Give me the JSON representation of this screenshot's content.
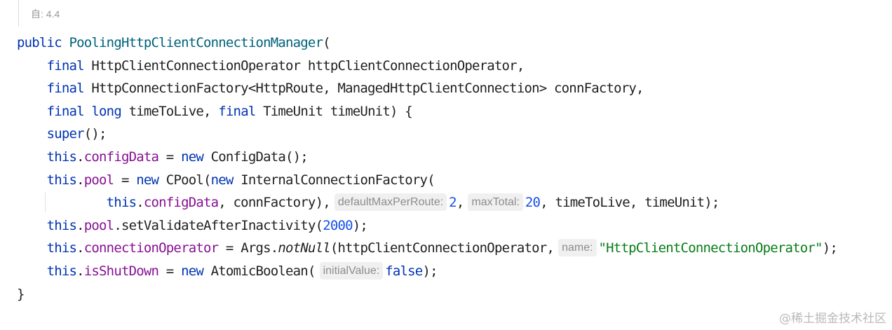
{
  "since_label": "自: 4.4",
  "watermark": "@稀土掘金技术社区",
  "code": {
    "l1": {
      "kw": "public",
      "sp": " ",
      "name": "PoolingHttpClientConnectionManager",
      "rest": "("
    },
    "l2": {
      "indent": "    ",
      "kw": "final",
      "rest": " HttpClientConnectionOperator httpClientConnectionOperator,"
    },
    "l3": {
      "indent": "    ",
      "kw": "final",
      "rest": " HttpConnectionFactory<HttpRoute, ManagedHttpClientConnection> connFactory,"
    },
    "l4": {
      "indent": "    ",
      "kw1": "final",
      "sp": " ",
      "kw2": "long",
      "mid": " timeToLive, ",
      "kw3": "final",
      "rest": " TimeUnit timeUnit) {"
    },
    "l5": {
      "indent": "    ",
      "kw": "super",
      "rest": "();"
    },
    "l6": {
      "indent": "    ",
      "kw1": "this",
      "dot": ".",
      "fld": "configData",
      "mid": " = ",
      "kw2": "new",
      "rest": " ConfigData();"
    },
    "l7": {
      "indent": "    ",
      "kw1": "this",
      "dot": ".",
      "fld": "pool",
      "mid": " = ",
      "kw2": "new",
      "mid2": " CPool(",
      "kw3": "new",
      "rest": " InternalConnectionFactory("
    },
    "l8": {
      "indent": "            ",
      "kw": "this",
      "dot": ".",
      "fld": "configData",
      "mid": ", connFactory),",
      "hint1": "defaultMaxPerRoute:",
      "num1": "2",
      "sep": ",",
      "hint2": "maxTotal:",
      "num2": "20",
      "rest": ", timeToLive, timeUnit);"
    },
    "l9": {
      "indent": "    ",
      "kw": "this",
      "dot": ".",
      "fld": "pool",
      "mid": ".setValidateAfterInactivity(",
      "num": "2000",
      "rest": ");"
    },
    "l10": {
      "indent": "    ",
      "kw": "this",
      "dot": ".",
      "fld": "connectionOperator",
      "mid": " = Args.",
      "it": "notNull",
      "mid2": "(httpClientConnectionOperator,",
      "hint": "name:",
      "str": "\"HttpClientConnectionOperator\"",
      "rest": ");"
    },
    "l11": {
      "indent": "    ",
      "kw1": "this",
      "dot": ".",
      "fld": "isShutDown",
      "mid": " = ",
      "kw2": "new",
      "mid2": " AtomicBoolean(",
      "hint": "initialValue:",
      "kw3": "false",
      "rest": ");"
    },
    "l12": {
      "rest": "}"
    }
  }
}
